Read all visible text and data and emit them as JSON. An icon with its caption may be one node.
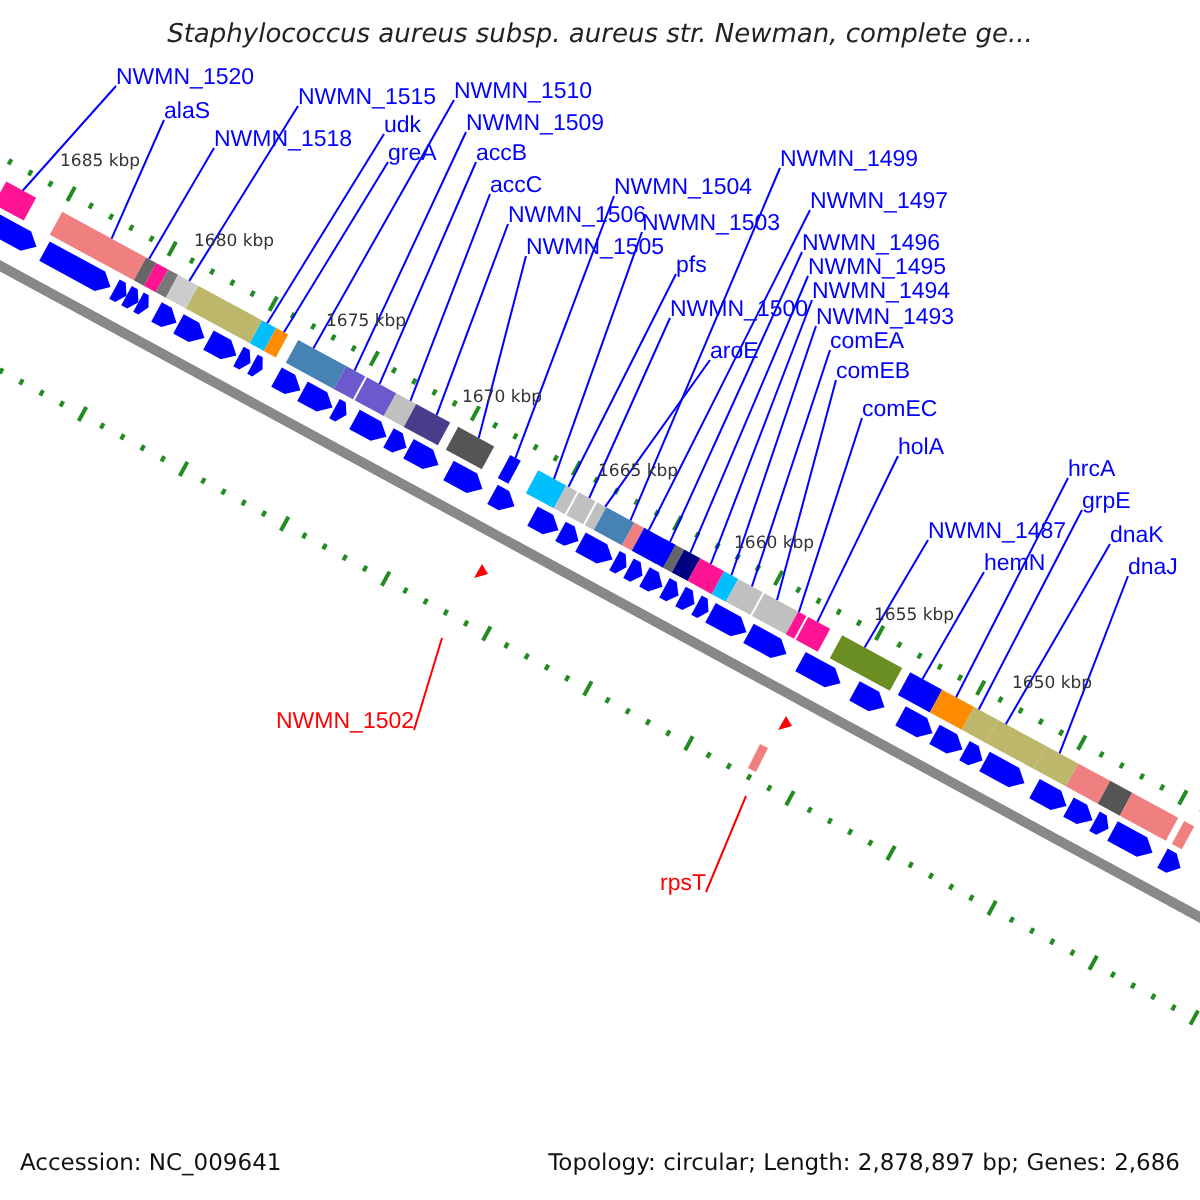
{
  "diagram": {
    "title": "Staphylococcus aureus subsp. aureus str. Newman, complete ge...",
    "nodes": [
      {
        "text": [
          "NWMN_1520"
        ]
      },
      {
        "text": [
          "alaS"
        ]
      },
      {
        "text": [
          "NWMN_1518"
        ]
      },
      {
        "text": [
          "NWMN_1515"
        ]
      },
      {
        "text": [
          "udk"
        ]
      },
      {
        "text": [
          "greA"
        ]
      },
      {
        "text": [
          "NWMN_1510"
        ]
      },
      {
        "text": [
          "NWMN_1509"
        ]
      },
      {
        "text": [
          "accB"
        ]
      },
      {
        "text": [
          "accC"
        ]
      },
      {
        "text": [
          "NWMN_1506"
        ]
      },
      {
        "text": [
          "NWMN_1505"
        ]
      },
      {
        "text": [
          "NWMN_1504"
        ]
      },
      {
        "text": [
          "NWMN_1503"
        ]
      },
      {
        "text": [
          "pfs"
        ]
      },
      {
        "text": [
          "NWMN_1500"
        ]
      },
      {
        "text": [
          "aroE"
        ]
      },
      {
        "text": [
          "NWMN_1499"
        ]
      },
      {
        "text": [
          "NWMN_1497"
        ]
      },
      {
        "text": [
          "NWMN_1496"
        ]
      },
      {
        "text": [
          "NWMN_1495"
        ]
      },
      {
        "text": [
          "NWMN_1494"
        ]
      },
      {
        "text": [
          "NWMN_1493"
        ]
      },
      {
        "text": [
          "comEA"
        ]
      },
      {
        "text": [
          "comEB"
        ]
      },
      {
        "text": [
          "comEC"
        ]
      },
      {
        "text": [
          "holA"
        ]
      },
      {
        "text": [
          "NWMN_1487"
        ]
      },
      {
        "text": [
          "hemN"
        ]
      },
      {
        "text": [
          "hrcA"
        ]
      },
      {
        "text": [
          "grpE"
        ]
      },
      {
        "text": [
          "dnaK"
        ]
      },
      {
        "text": [
          "dnaJ"
        ]
      },
      {
        "text": [
          "NWMN_1502"
        ]
      },
      {
        "text": [
          "rpsT"
        ]
      },
      {
        "text": [],
        "shape": "box"
      },
      {
        "text": [],
        "shape": "box"
      },
      {
        "text": [],
        "shape": "box"
      },
      {
        "text": [],
        "shape": "box"
      },
      {
        "text": [],
        "shape": "box"
      },
      {
        "text": [],
        "shape": "box"
      },
      {
        "text": [],
        "shape": "box"
      },
      {
        "text": [],
        "shape": "box"
      },
      {
        "text": [],
        "shape": "box"
      },
      {
        "text": [],
        "shape": "box"
      },
      {
        "text": [],
        "shape": "box"
      },
      {
        "text": [],
        "shape": "box"
      },
      {
        "text": [],
        "shape": "box"
      },
      {
        "text": [],
        "shape": "box"
      },
      {
        "text": [],
        "shape": "box"
      },
      {
        "text": [],
        "shape": "box"
      },
      {
        "text": [],
        "shape": "box"
      },
      {
        "text": [],
        "shape": "box"
      },
      {
        "text": [],
        "shape": "box"
      },
      {
        "text": [],
        "shape": "box"
      },
      {
        "text": [],
        "shape": "box"
      },
      {
        "text": [],
        "shape": "box"
      },
      {
        "text": [],
        "shape": "box"
      },
      {
        "text": [],
        "shape": "box"
      },
      {
        "text": [],
        "shape": "box"
      },
      {
        "text": [],
        "shape": "box"
      },
      {
        "text": [],
        "shape": "box"
      },
      {
        "text": [],
        "shape": "box"
      },
      {
        "text": [],
        "shape": "box"
      },
      {
        "text": [],
        "shape": "box"
      },
      {
        "text": [],
        "shape": "box"
      },
      {
        "text": [],
        "shape": "box"
      },
      {
        "text": [],
        "shape": "box"
      }
    ],
    "edges": [
      {
        "from": 0,
        "to": 35,
        "arrow": "none"
      },
      {
        "from": 1,
        "to": 36,
        "arrow": "none"
      },
      {
        "from": 2,
        "to": 37,
        "arrow": "none"
      },
      {
        "from": 3,
        "to": 38,
        "arrow": "none"
      },
      {
        "from": 4,
        "to": 39,
        "arrow": "none"
      },
      {
        "from": 5,
        "to": 40,
        "arrow": "none"
      },
      {
        "from": 6,
        "to": 41,
        "arrow": "none"
      },
      {
        "from": 7,
        "to": 42,
        "arrow": "none"
      },
      {
        "from": 8,
        "to": 43,
        "arrow": "none"
      },
      {
        "from": 9,
        "to": 44,
        "arrow": "none"
      },
      {
        "from": 10,
        "to": 45,
        "arrow": "none"
      },
      {
        "from": 11,
        "to": 46,
        "arrow": "none"
      },
      {
        "from": 12,
        "to": 47,
        "arrow": "none"
      },
      {
        "from": 13,
        "to": 48,
        "arrow": "none"
      },
      {
        "from": 14,
        "to": 49,
        "arrow": "none"
      },
      {
        "from": 15,
        "to": 50,
        "arrow": "none"
      },
      {
        "from": 16,
        "to": 51,
        "arrow": "none"
      },
      {
        "from": 17,
        "to": 52,
        "arrow": "none"
      },
      {
        "from": 18,
        "to": 53,
        "arrow": "none"
      },
      {
        "from": 19,
        "to": 54,
        "arrow": "none"
      },
      {
        "from": 20,
        "to": 55,
        "arrow": "none"
      },
      {
        "from": 21,
        "to": 56,
        "arrow": "none"
      },
      {
        "from": 22,
        "to": 57,
        "arrow": "none"
      },
      {
        "from": 23,
        "to": 58,
        "arrow": "none"
      },
      {
        "from": 24,
        "to": 59,
        "arrow": "none"
      },
      {
        "from": 25,
        "to": 60,
        "arrow": "none"
      },
      {
        "from": 26,
        "to": 61,
        "arrow": "none"
      },
      {
        "from": 27,
        "to": 62,
        "arrow": "none"
      },
      {
        "from": 28,
        "to": 63,
        "arrow": "none"
      },
      {
        "from": 29,
        "to": 64,
        "arrow": "none"
      },
      {
        "from": 30,
        "to": 65,
        "arrow": "none"
      },
      {
        "from": 31,
        "to": 66,
        "arrow": "none"
      },
      {
        "from": 32,
        "to": 67,
        "arrow": "none"
      },
      {
        "from": 33,
        "to": null,
        "arrow": "none",
        "color": "#ff0000"
      },
      {
        "from": 34,
        "to": null,
        "arrow": "none",
        "color": "#ff0000"
      }
    ],
    "labels": [
      "1685 kbp",
      "1680 kbp",
      "1675 kbp",
      "1670 kbp",
      "1665 kbp",
      "1660 kbp",
      "1655 kbp",
      "1650 kbp",
      "Accession: NC_009641",
      "Topology: circular; Length: 2,878,897 bp; Genes: 2,686"
    ]
  }
}
